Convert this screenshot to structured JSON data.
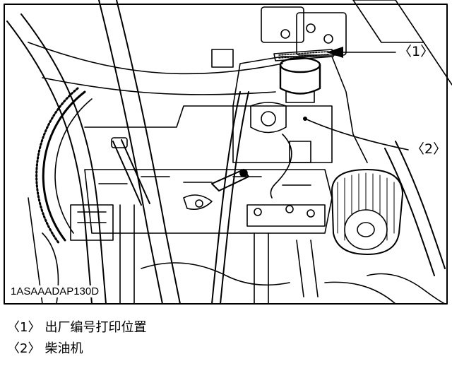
{
  "figure": {
    "image_code": "1ASAAADAP130D",
    "callouts": [
      {
        "label": "〈1〉"
      },
      {
        "label": "〈2〉"
      }
    ],
    "colors": {
      "line": "#000000",
      "background": "#ffffff"
    }
  },
  "caption": {
    "items": [
      {
        "num": "〈1〉",
        "text": "出厂编号打印位置"
      },
      {
        "num": "〈2〉",
        "text": "柴油机"
      }
    ]
  }
}
